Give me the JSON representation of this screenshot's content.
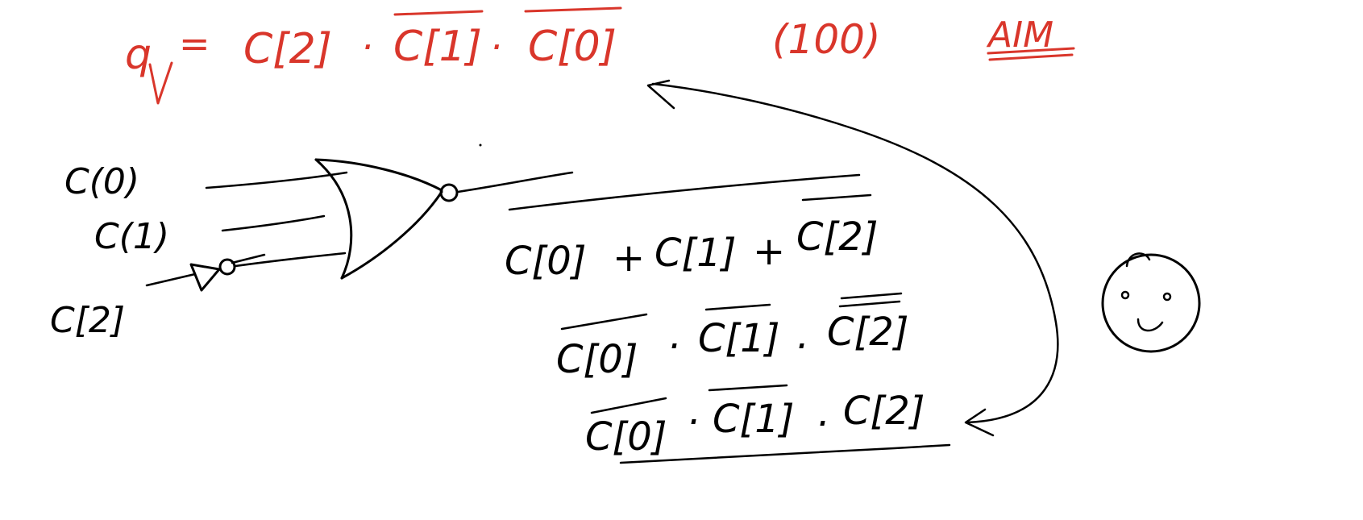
{
  "colors": {
    "ink": "#000000",
    "red": "#d9362b",
    "background": "#ffffff"
  },
  "top_equation": {
    "lhs": "q",
    "eq": "=",
    "term1": "C[2]",
    "dot1": "·",
    "term2": "C[1]",
    "dot2": "·",
    "term3": "C[0]",
    "combo": "(100)",
    "aim": "AIM"
  },
  "inputs": {
    "c0": "C(0)",
    "c1": "C(1)",
    "c2": "C[2]"
  },
  "expressions": {
    "line1": {
      "a": "C[0]",
      "op1": "+",
      "b": "C[1]",
      "op2": "+",
      "c": "C[2]"
    },
    "line2": {
      "a": "C[0]",
      "op1": "·",
      "b": "C[1]",
      "op2": "·",
      "c": "C[2]"
    },
    "line3": {
      "a": "C[0]",
      "op1": "·",
      "b": "C[1]",
      "op2": "·",
      "c": "C[2]"
    }
  },
  "icons": {
    "smiley": "smiley-face-icon",
    "nor_gate": "nor-gate-icon",
    "not_gate": "not-gate-icon"
  }
}
